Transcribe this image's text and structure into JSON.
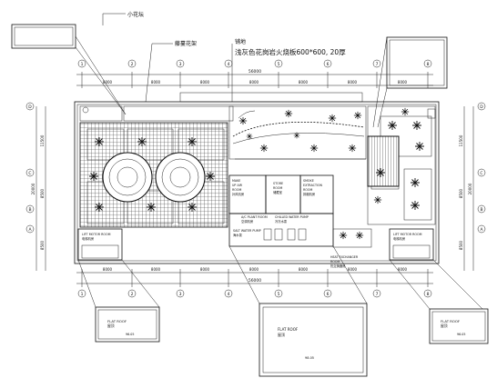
{
  "annotations": {
    "small_flower_bed": "小花坛",
    "vine_trellis": "藤蔓花架",
    "paving_title": "铺地",
    "paving_spec": "浅灰色花岗岩火烧板600*600, 20厚"
  },
  "top_dimensions": {
    "total": "56000",
    "spans": [
      "8000",
      "8000",
      "8000",
      "8000",
      "8000",
      "8000",
      "8000"
    ]
  },
  "bottom_dimensions": {
    "total": "56000",
    "spans": [
      "8000",
      "8000",
      "8000",
      "8000",
      "8000",
      "8000",
      "8000"
    ]
  },
  "left_dimensions": {
    "total": "20000",
    "spans": [
      "11500",
      "8500",
      "8500"
    ]
  },
  "right_dimensions": {
    "total": "20000",
    "spans": [
      "11500",
      "8500",
      "8500"
    ]
  },
  "column_axes": [
    "1",
    "2",
    "3",
    "4",
    "5",
    "6",
    "7",
    "8"
  ],
  "row_axes": [
    "D",
    "C",
    "B",
    "A"
  ],
  "rooms": {
    "stair_left": [
      "LIFT MOTOR ROOM",
      "电梯机房"
    ],
    "stair_right": [
      "LIFT MOTOR ROOM",
      "电梯机房"
    ],
    "room1": [
      "MAKE",
      "UP AIR",
      "ROOM",
      "补风机房"
    ],
    "room2": [
      "STORE",
      "ROOM",
      "储藏室"
    ],
    "room3": [
      "SMOKE",
      "EXTRACTION",
      "ROOM",
      "排烟机房"
    ],
    "tank": [
      "A/C PLANT ROOM",
      "空调机房"
    ],
    "pump": [
      "SALT WATER PUMP",
      "海水泵"
    ],
    "pump2": [
      "CHILLED WATER PUMP",
      "冷冻水泵"
    ],
    "heat_exchanger": [
      "HEAT EXCHANGER",
      "ROOM",
      "热交换器房"
    ]
  },
  "roofs": {
    "left": {
      "title": "FLAT ROOF",
      "cn": "屋顶",
      "level": "96.05"
    },
    "center": {
      "title": "FLAT ROOF",
      "cn": "屋顶",
      "level": "98.05"
    },
    "right": {
      "title": "FLAT ROOF",
      "cn": "屋顶",
      "level": "96.05"
    }
  }
}
